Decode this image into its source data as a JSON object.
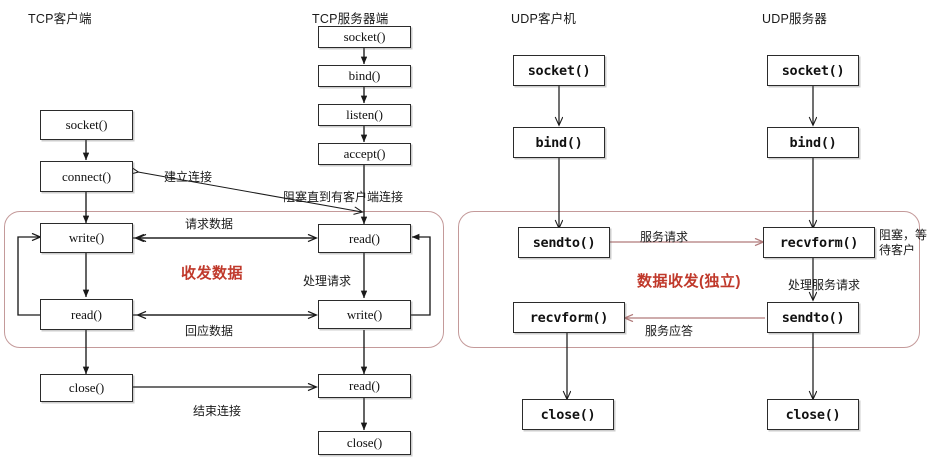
{
  "diagram": {
    "title_tcp_client": "TCP客户端",
    "title_tcp_server": "TCP服务器端",
    "title_udp_client": "UDP客户机",
    "title_udp_server": "UDP服务器"
  },
  "colors": {
    "box_border": "#2b2b2b",
    "region_border": "#c49a9a",
    "accent_red": "#c0392b",
    "wire": "#1a1a1a",
    "wire_red": "#b07a7a",
    "background": "#ffffff"
  },
  "tcp_client": {
    "nodes": [
      {
        "id": "tcp-client-socket",
        "label": "socket()"
      },
      {
        "id": "tcp-client-connect",
        "label": "connect()"
      },
      {
        "id": "tcp-client-write",
        "label": "write()"
      },
      {
        "id": "tcp-client-read",
        "label": "read()"
      },
      {
        "id": "tcp-client-close",
        "label": "close()"
      }
    ]
  },
  "tcp_server": {
    "nodes": [
      {
        "id": "tcp-server-socket",
        "label": "socket()"
      },
      {
        "id": "tcp-server-bind",
        "label": "bind()"
      },
      {
        "id": "tcp-server-listen",
        "label": "listen()"
      },
      {
        "id": "tcp-server-accept",
        "label": "accept()"
      },
      {
        "id": "tcp-server-read",
        "label": "read()"
      },
      {
        "id": "tcp-server-write",
        "label": "write()"
      },
      {
        "id": "tcp-server-read2",
        "label": "read()"
      },
      {
        "id": "tcp-server-close",
        "label": "close()"
      }
    ]
  },
  "udp_client": {
    "nodes": [
      {
        "id": "udp-client-socket",
        "label": "socket()"
      },
      {
        "id": "udp-client-bind",
        "label": "bind()"
      },
      {
        "id": "udp-client-sendto",
        "label": "sendto()"
      },
      {
        "id": "udp-client-recvform",
        "label": "recvform()"
      },
      {
        "id": "udp-client-close",
        "label": "close()"
      }
    ]
  },
  "udp_server": {
    "nodes": [
      {
        "id": "udp-server-socket",
        "label": "socket()"
      },
      {
        "id": "udp-server-bind",
        "label": "bind()"
      },
      {
        "id": "udp-server-recvform",
        "label": "recvform()"
      },
      {
        "id": "udp-server-sendto",
        "label": "sendto()"
      },
      {
        "id": "udp-server-close",
        "label": "close()"
      }
    ]
  },
  "edge_labels": {
    "tcp_establish": "建立连接",
    "tcp_block_until_client": "阻塞直到有客户端连接",
    "tcp_request_data": "请求数据",
    "tcp_handle_request": "处理请求",
    "tcp_response_data": "回应数据",
    "tcp_end_connection": "结束连接",
    "udp_service_request": "服务请求",
    "udp_block_wait_client": "阻塞，等待客户",
    "udp_handle_service_request": "处理服务请求",
    "udp_service_response": "服务应答"
  },
  "regions": {
    "tcp_loop_label": "收发数据",
    "udp_loop_label": "数据收发(独立)"
  }
}
